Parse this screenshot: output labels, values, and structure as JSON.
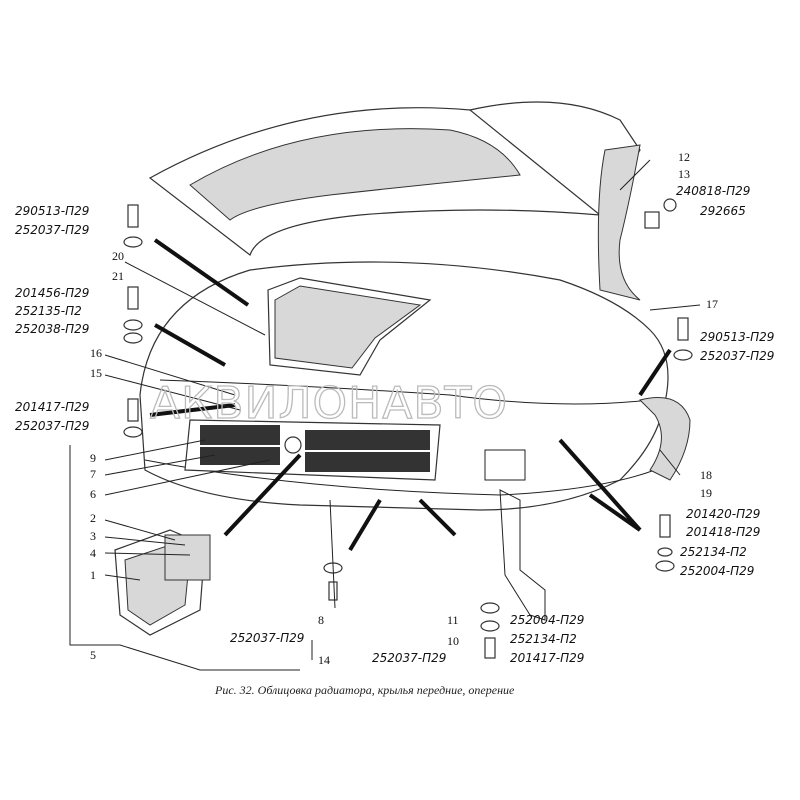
{
  "caption": "Рис. 32. Облицовка радиатора, крылья передние, оперение",
  "watermark": "АКВИЛОНАВТО",
  "labels_left": [
    "290513-П29",
    "252037-П29",
    "201456-П29",
    "252135-П2",
    "252038-П29",
    "201417-П29",
    "252037-П29"
  ],
  "numbers_left": [
    "20",
    "21",
    "16",
    "15",
    "9",
    "7",
    "6",
    "2",
    "3",
    "4",
    "1",
    "5"
  ],
  "labels_bottom": [
    "252037-П29",
    "252037-П29",
    "252004-П29",
    "252134-П2",
    "201417-П29"
  ],
  "numbers_bottom": [
    "8",
    "14",
    "11",
    "10"
  ],
  "labels_right": [
    "240818-П29",
    "292665",
    "290513-П29",
    "252037-П29",
    "201420-П29",
    "201418-П29",
    "252134-П2",
    "252004-П29"
  ],
  "numbers_right": [
    "12",
    "13",
    "17",
    "18",
    "19"
  ]
}
